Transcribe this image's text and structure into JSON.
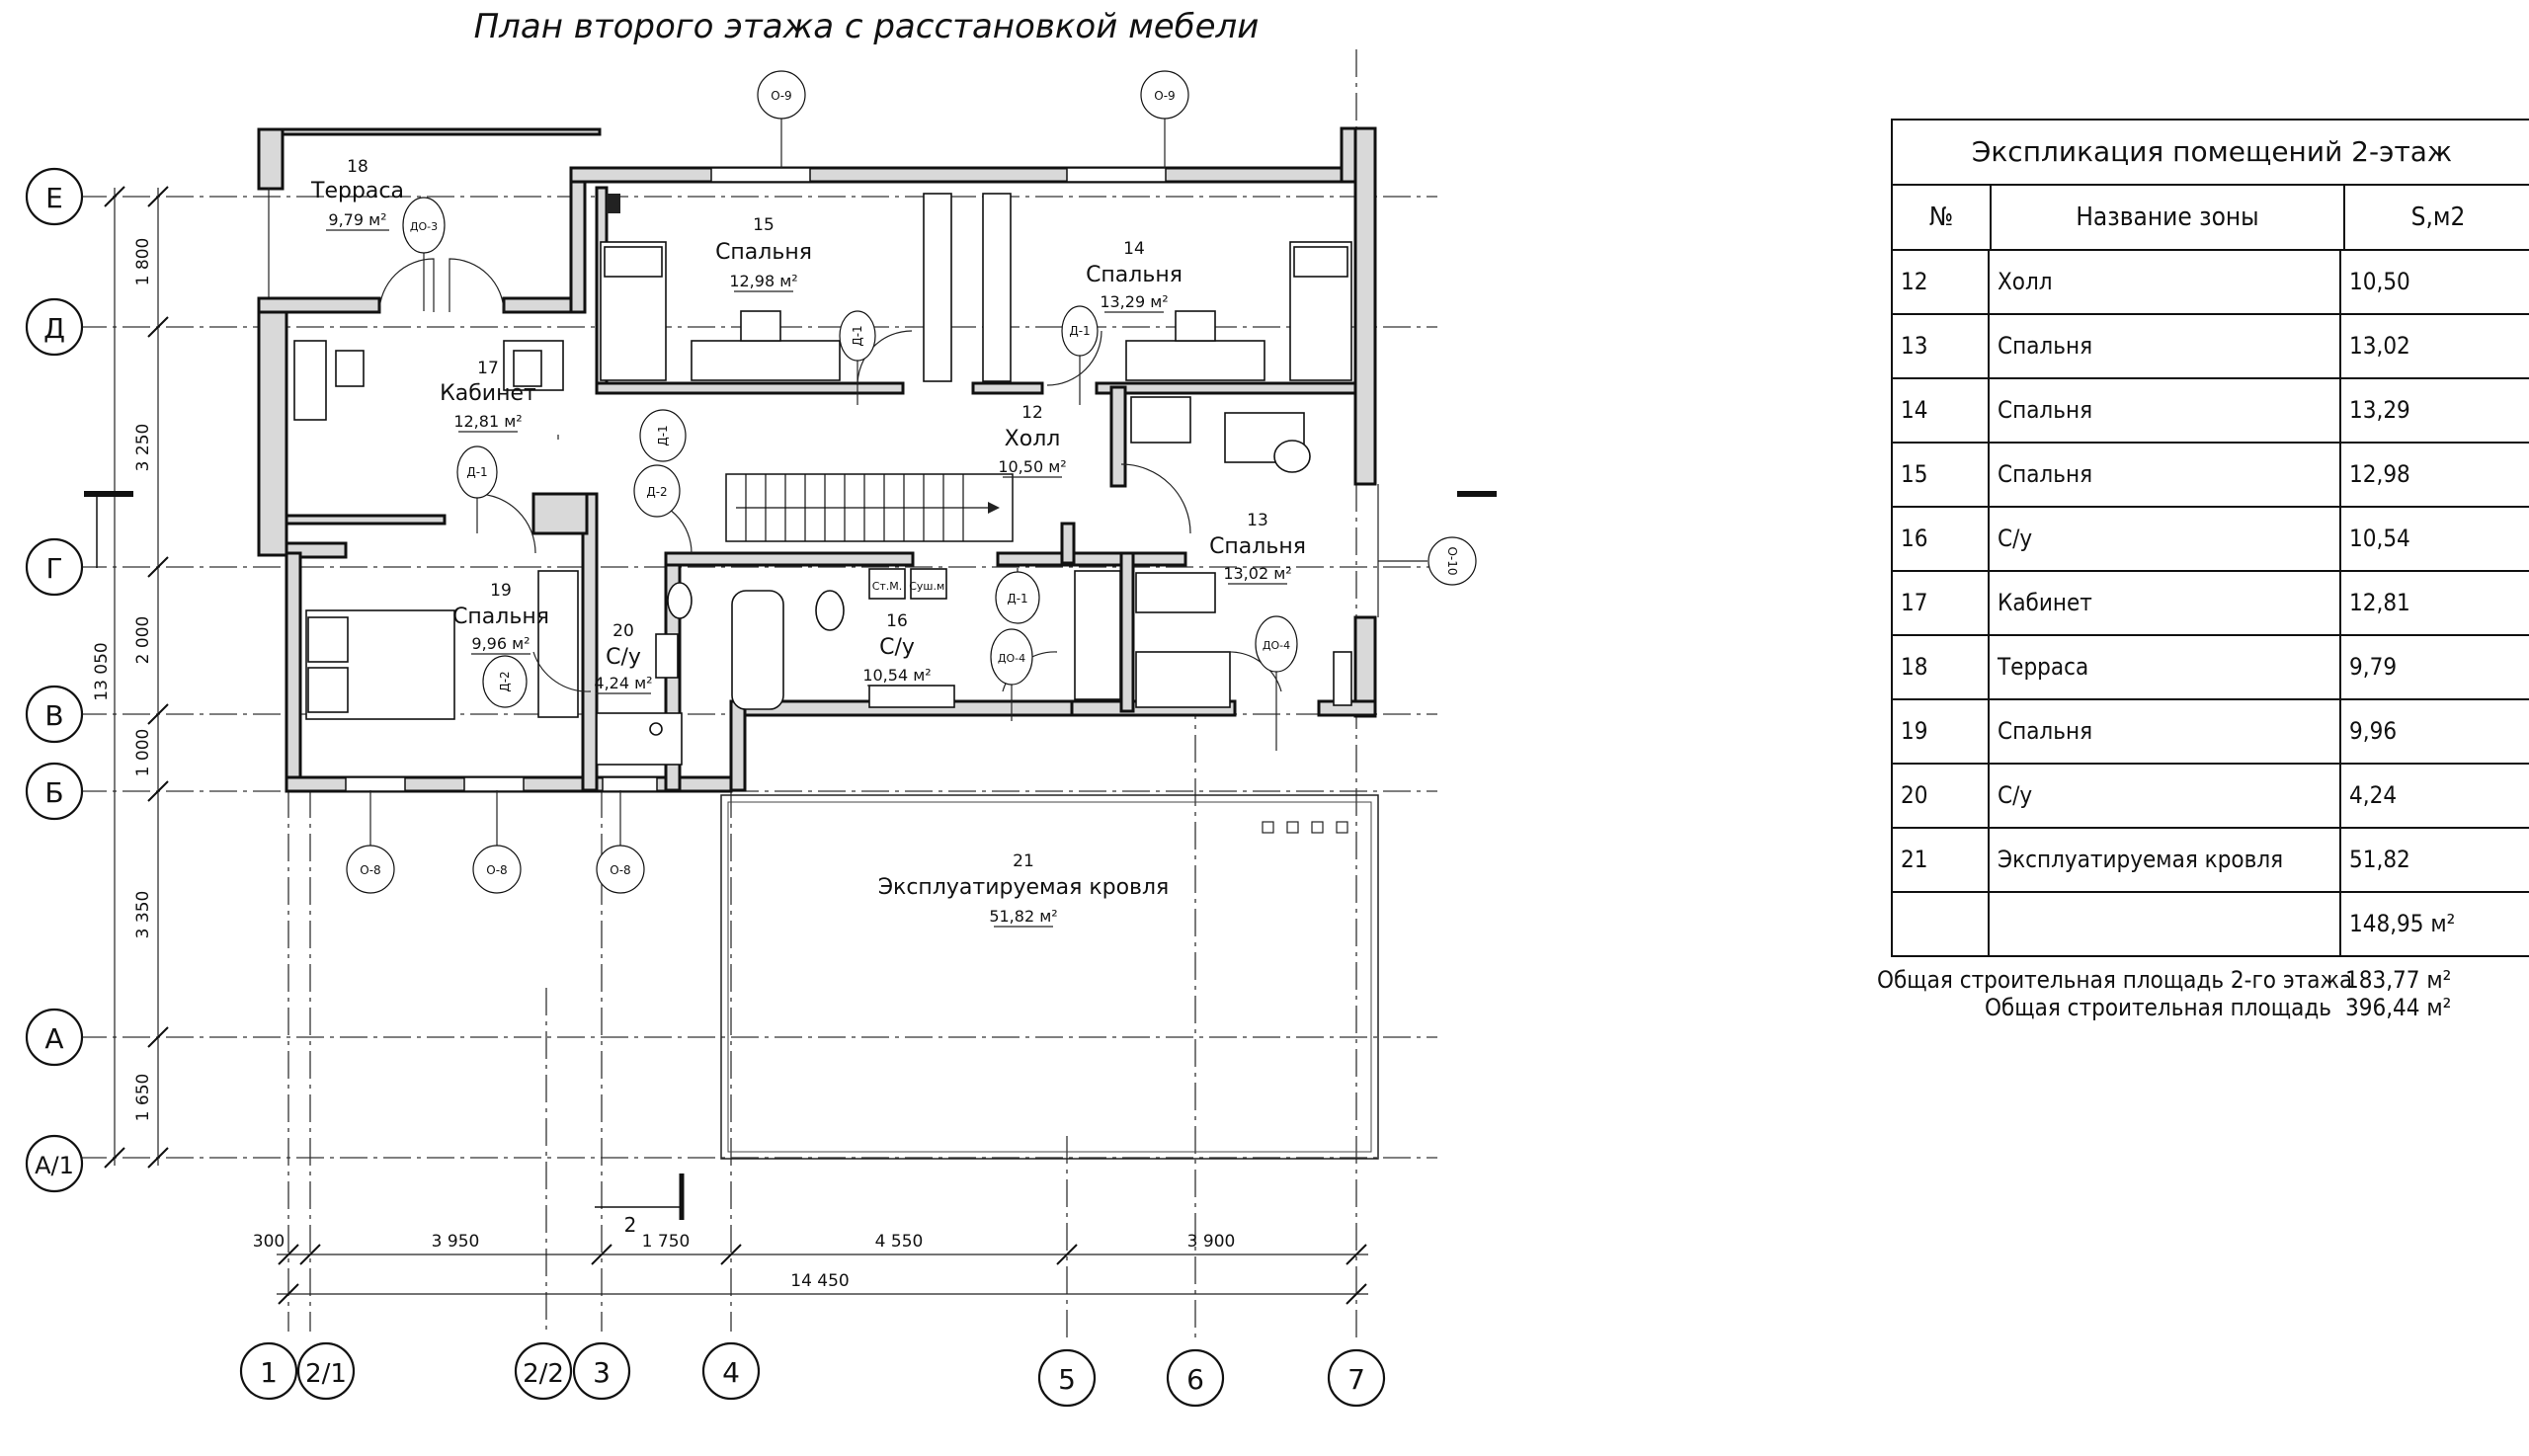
{
  "title": "План второго этажа с расстановкой мебели",
  "axes": {
    "rows": [
      "Е",
      "Д",
      "Г",
      "В",
      "Б",
      "А",
      "А/1"
    ],
    "columns": [
      "1",
      "2/1",
      "2/2",
      "3",
      "4",
      "5",
      "6",
      "7"
    ]
  },
  "dimensions": {
    "vertical": [
      "1 800",
      "3 250",
      "2 000",
      "1 000",
      "3 350",
      "1 650"
    ],
    "vertical_total": "13 050",
    "horizontal": [
      "300",
      "3 950",
      "1 750",
      "4 550",
      "3 900"
    ],
    "horizontal_total": "14 450"
  },
  "section_marks": [
    "2"
  ],
  "rooms": [
    {
      "num": "18",
      "name": "Терраса",
      "area": "9,79 м²"
    },
    {
      "num": "15",
      "name": "Спальня",
      "area": "12,98 м²"
    },
    {
      "num": "14",
      "name": "Спальня",
      "area": "13,29 м²"
    },
    {
      "num": "17",
      "name": "Кабинет",
      "area": "12,81 м²"
    },
    {
      "num": "12",
      "name": "Холл",
      "area": "10,50 м²"
    },
    {
      "num": "13",
      "name": "Спальня",
      "area": "13,02 м²"
    },
    {
      "num": "19",
      "name": "Спальня",
      "area": "9,96 м²"
    },
    {
      "num": "20",
      "name": "С/у",
      "area": "4,24 м²"
    },
    {
      "num": "16",
      "name": "С/у",
      "area": "10,54 м²"
    },
    {
      "num": "21",
      "name": "Эксплуатируемая кровля",
      "area": "51,82 м²"
    }
  ],
  "door_tags": [
    "Д-1",
    "Д-1",
    "Д-1",
    "Д-1",
    "Д-1",
    "Д-2",
    "Д-2",
    "ДО-3",
    "ДО-4",
    "ДО-4"
  ],
  "window_tags": [
    "О-9",
    "О-9",
    "О-8",
    "О-8",
    "О-8",
    "О-10"
  ],
  "equipment_labels": [
    "Ст.М.",
    "Суш.м."
  ],
  "explication": {
    "title": "Экспликация помещений  2-этаж",
    "headers": [
      "№",
      "Название зоны",
      "S,м2"
    ],
    "rows": [
      [
        "12",
        "Холл",
        "10,50"
      ],
      [
        "13",
        "Спальня",
        "13,02"
      ],
      [
        "14",
        "Спальня",
        "13,29"
      ],
      [
        "15",
        "Спальня",
        "12,98"
      ],
      [
        "16",
        "С/у",
        "10,54"
      ],
      [
        "17",
        "Кабинет",
        "12,81"
      ],
      [
        "18",
        "Терраса",
        "9,79"
      ],
      [
        "19",
        "Спальня",
        "9,96"
      ],
      [
        "20",
        "С/у",
        "4,24"
      ],
      [
        "21",
        "Эксплуатируемая кровля",
        "51,82"
      ],
      [
        "",
        "",
        "148,95 м²"
      ]
    ]
  },
  "totals": [
    {
      "label": "Общая строительная площадь 2-го этажа",
      "value": "183,77 м²"
    },
    {
      "label": "Общая строительная площадь",
      "value": "396,44 м²"
    }
  ]
}
